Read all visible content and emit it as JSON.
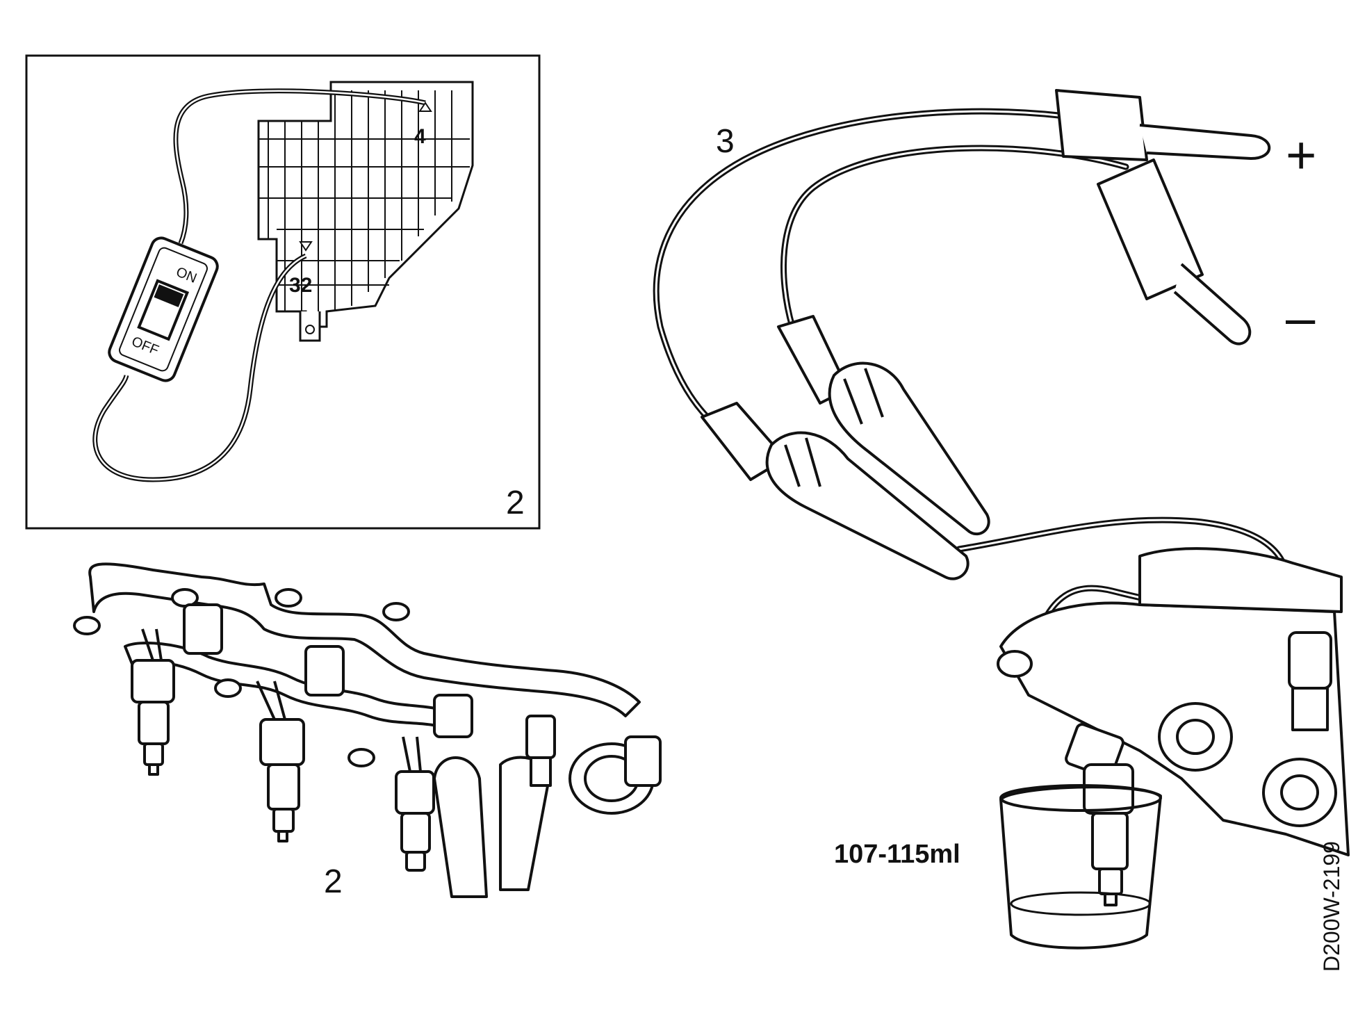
{
  "labels": {
    "inset_callout": "2",
    "fuse_4": "4",
    "fuse_32": "32",
    "switch_on": "ON",
    "switch_off": "OFF",
    "rail_callout": "2",
    "cable_callout": "3",
    "plus_sign": "+",
    "minus_sign": "–",
    "volume": "107-115ml",
    "drawing_code": "D200W-2199"
  },
  "colors": {
    "line": "#111111",
    "background": "#ffffff"
  }
}
